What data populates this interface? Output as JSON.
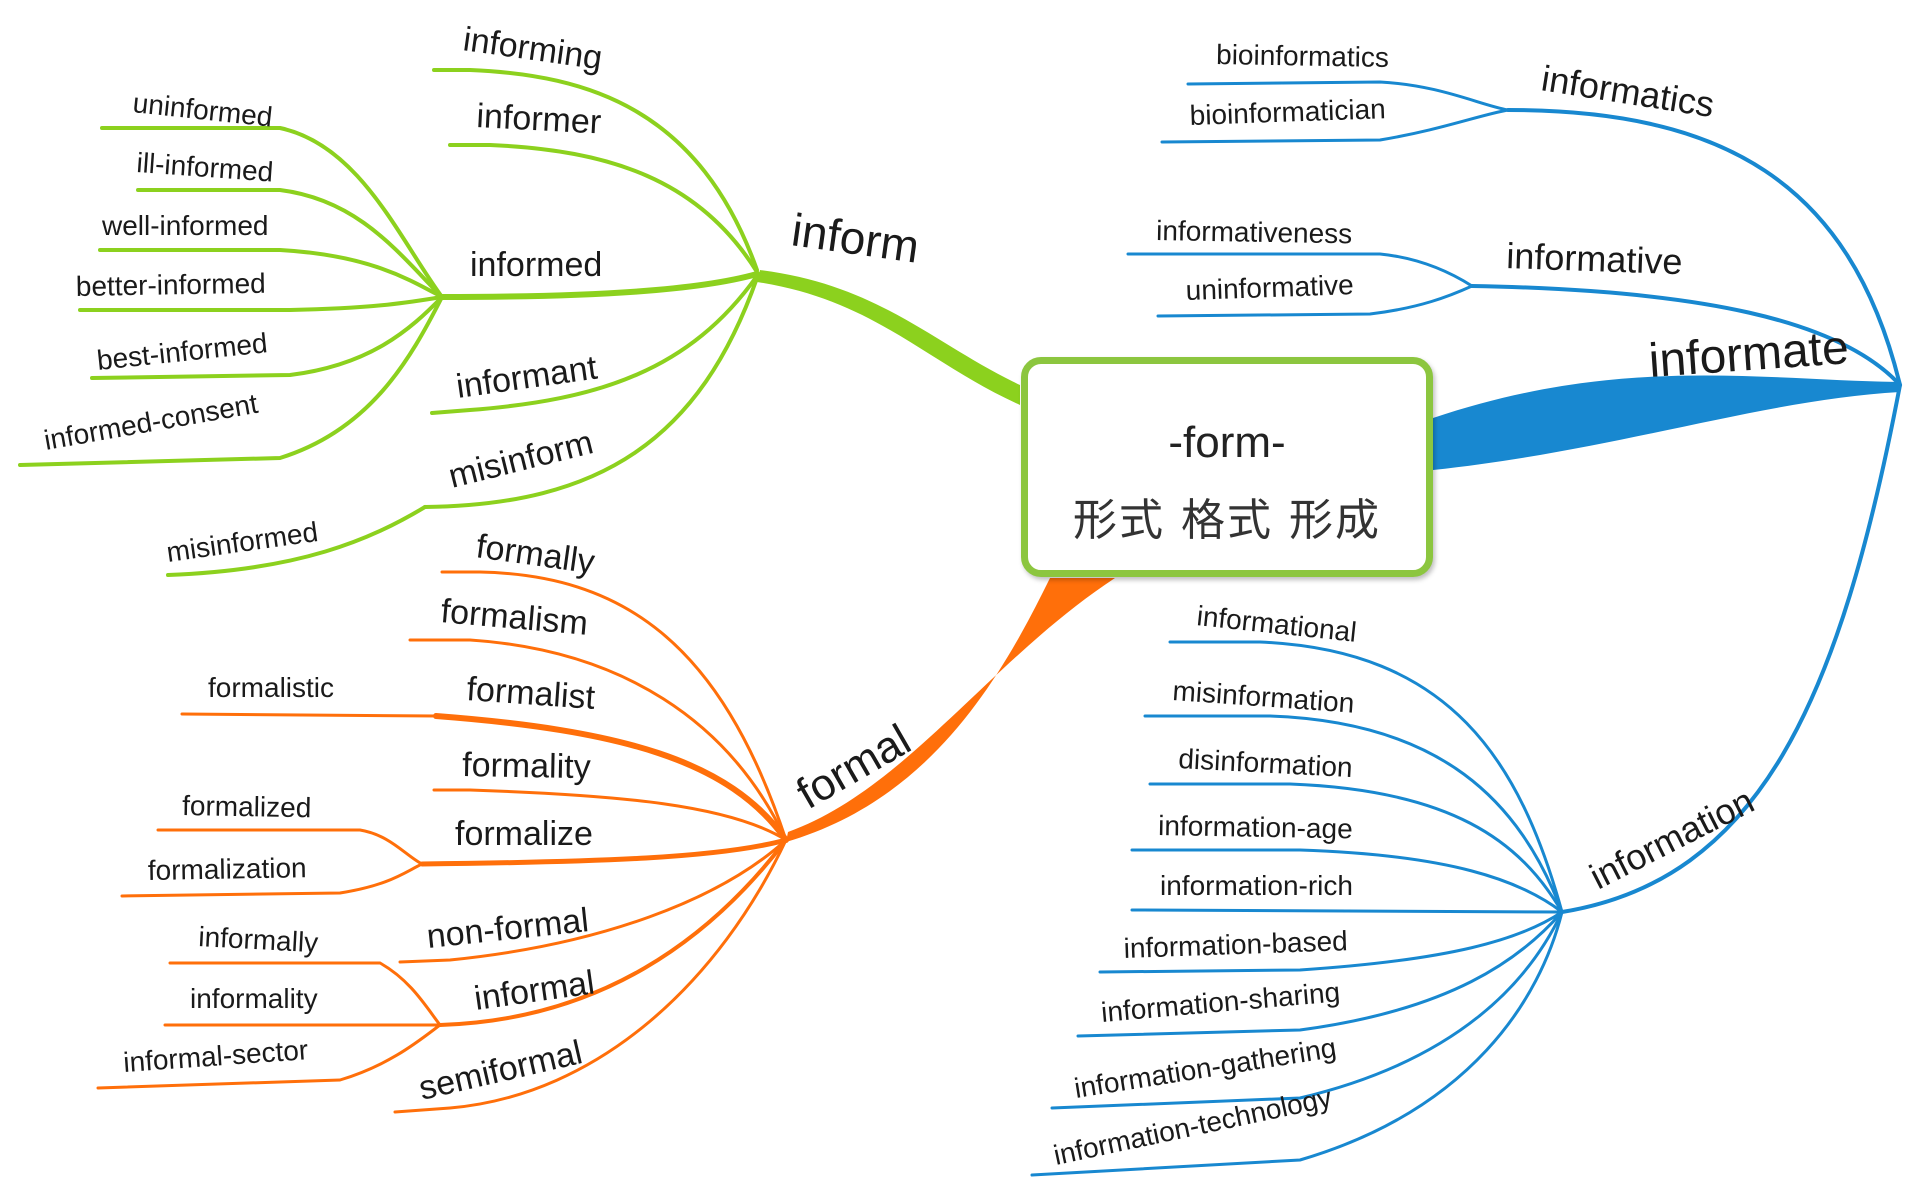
{
  "center": {
    "title": "-form-",
    "subtitle": "形式 格式 形成"
  },
  "colors": {
    "inform": "#8cd11e",
    "formal": "#ff6f0a",
    "informate": "#1888d0",
    "center_border": "#8cc63f"
  },
  "branches": {
    "inform": {
      "label": "inform",
      "children": [
        "informing",
        "informer",
        "informed",
        "informant",
        "misinform"
      ],
      "informed_children": [
        "uninformed",
        "ill-informed",
        "well-informed",
        "better-informed",
        "best-informed",
        "informed-consent"
      ],
      "misinform_children": [
        "misinformed"
      ]
    },
    "formal": {
      "label": "formal",
      "children": [
        "formally",
        "formalism",
        "formalist",
        "formality",
        "formalize",
        "non-formal",
        "informal",
        "semiformal"
      ],
      "formalist_children": [
        "formalistic"
      ],
      "formalize_children": [
        "formalized",
        "formalization"
      ],
      "informal_children": [
        "informally",
        "informality",
        "informal-sector"
      ]
    },
    "informate": {
      "label": "informate",
      "children": [
        "informatics",
        "informative",
        "information"
      ],
      "informatics_children": [
        "bioinformatics",
        "bioinformatician"
      ],
      "informative_children": [
        "informativeness",
        "uninformative"
      ],
      "information_children": [
        "informational",
        "misinformation",
        "disinformation",
        "information-age",
        "information-rich",
        "information-based",
        "information-sharing",
        "information-gathering",
        "information-technology"
      ]
    }
  }
}
